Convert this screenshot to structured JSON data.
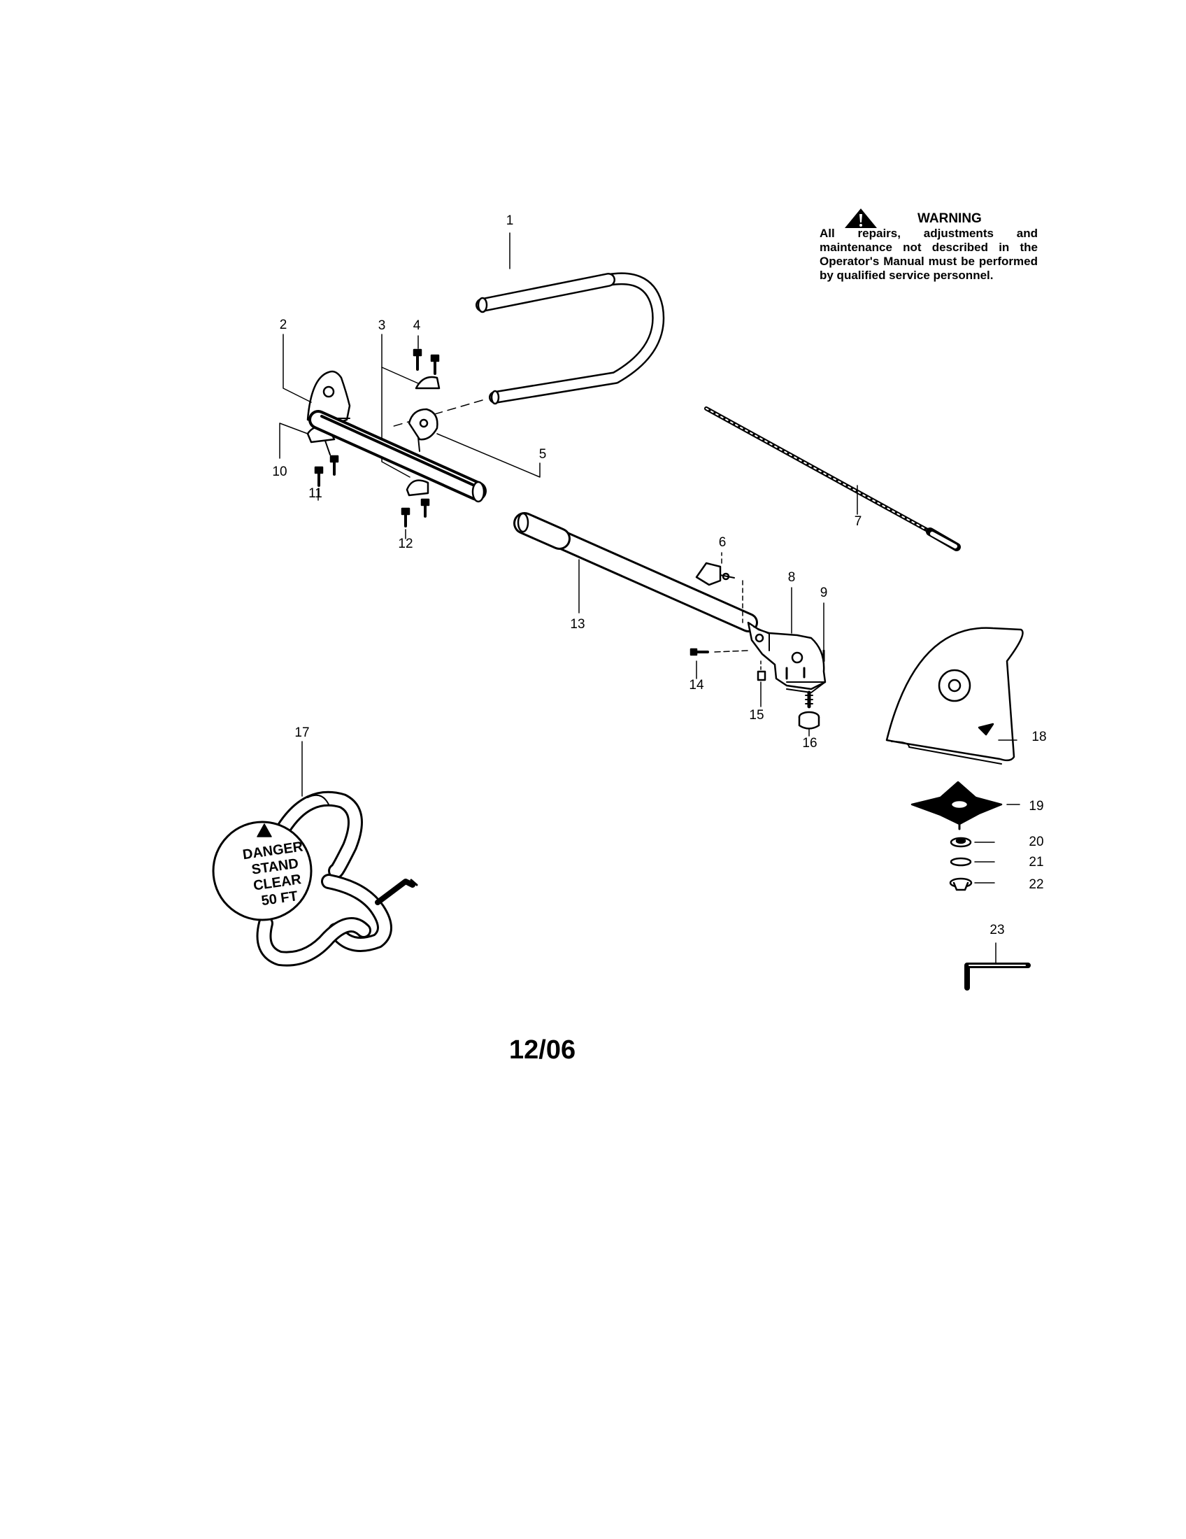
{
  "warning": {
    "title": "WARNING",
    "text": "All repairs, adjustments and maintenance not described in the Operator's Manual must be performed by qualified service personnel."
  },
  "decal": {
    "line1": "DANGER",
    "line2": "STAND",
    "line3": "CLEAR",
    "line4": "50 FT"
  },
  "date_code": "12/06",
  "callouts": [
    "1",
    "2",
    "3",
    "4",
    "5",
    "6",
    "7",
    "8",
    "9",
    "10",
    "11",
    "12",
    "13",
    "14",
    "15",
    "16",
    "17",
    "18",
    "19",
    "20",
    "21",
    "22",
    "23"
  ]
}
